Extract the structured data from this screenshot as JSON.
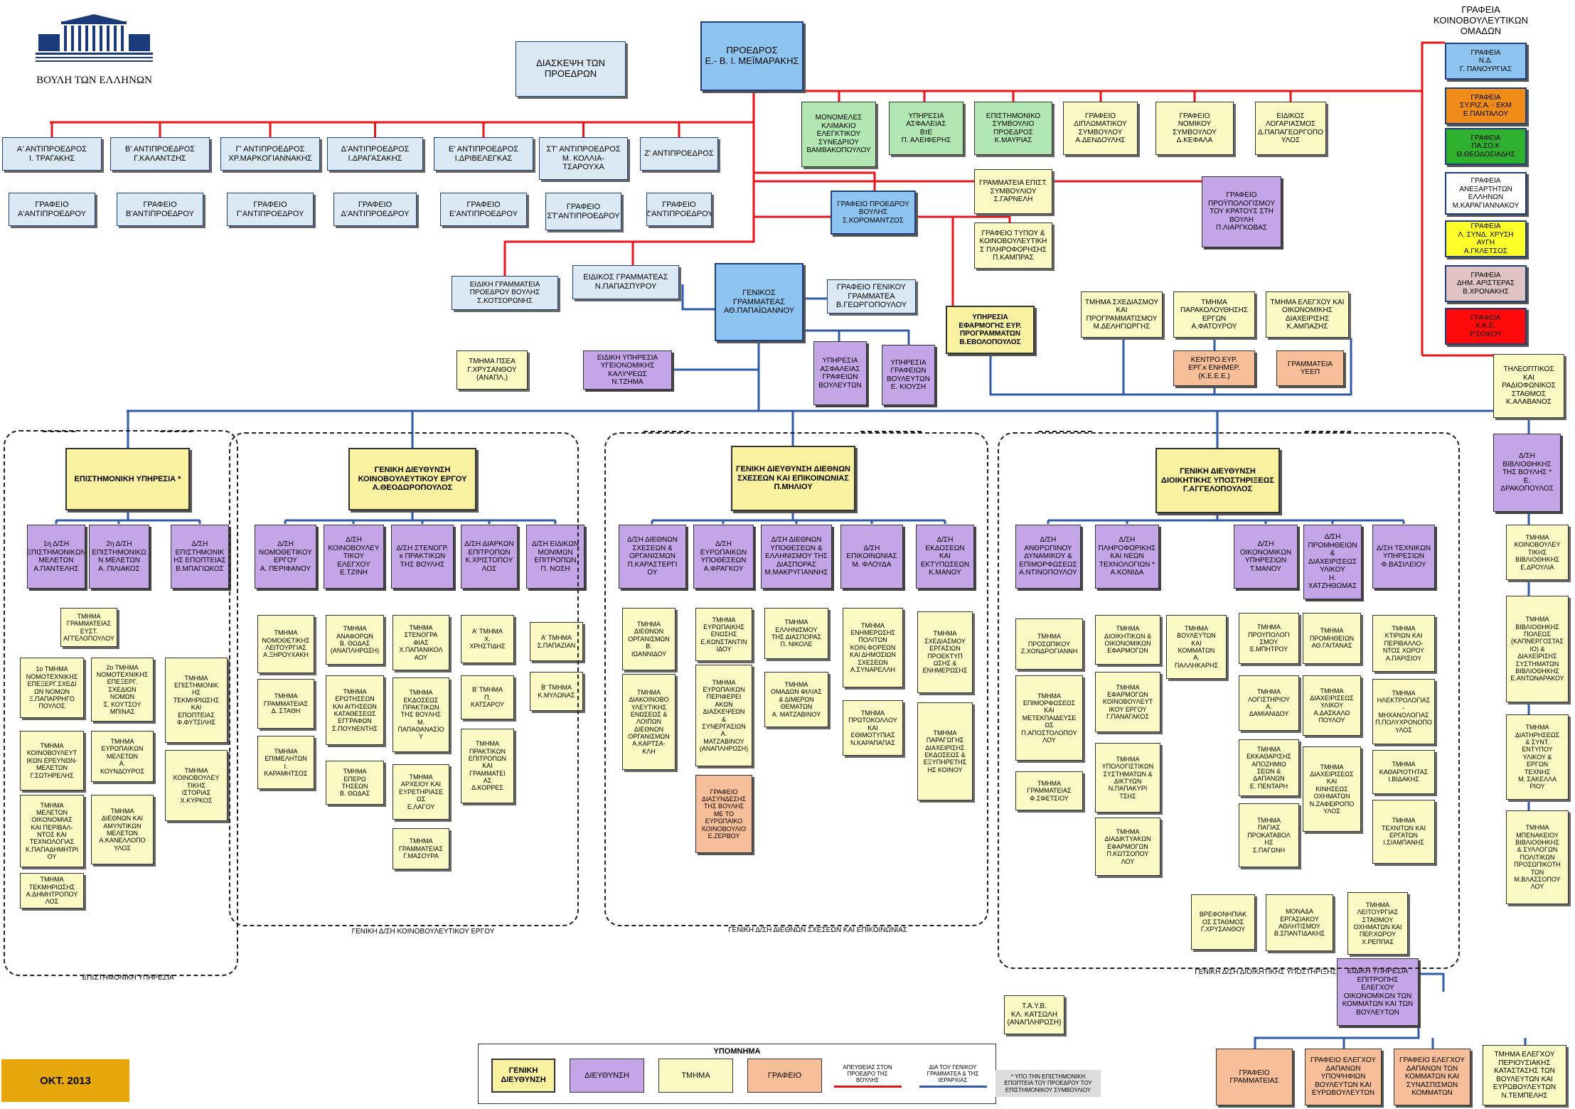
{
  "logo": {
    "label": "ΒΟΥΛΗ ΤΩΝ ΕΛΛΗΝΩΝ"
  },
  "date_badge": "ΟΚΤ. 2013",
  "top": {
    "president": "ΠΡΟΕΔΡΟΣ\nΕ.- Β. Ι. ΜΕΪΜΑΡΑΚΗΣ",
    "conference": "ΔΙΑΣΚΕΨΗ ΤΩΝ\nΠΡΟΕΔΡΩΝ",
    "parl_groups_title": "ΓΡΑΦΕΙΑ\nΚΟΙΝΟΒΟΥΛΕΥΤΙΚΩΝ\nΟΜΑΔΩΝ"
  },
  "vice_presidents": [
    "Α' ΑΝΤΙΠΡΟΕΔΡΟΣ\nΙ. ΤΡΑΓΑΚΗΣ",
    "Β' ΑΝΤΙΠΡΟΕΔΡΟΣ\nΓ.ΚΑΛΑΝΤΖΗΣ",
    "Γ' ΑΝΤΙΠΡΟΕΔΡΟΣ\nΧΡ.ΜΑΡΚΟΓΙΑΝΝΑΚΗΣ",
    "Δ'ΑΝΤΙΠΡΟΕΔΡΟΣ\nΙ.ΔΡΑΓΑΣΑΚΗΣ",
    "Ε' ΑΝΤΙΠΡΟΕΔΡΟΣ\nΙ.ΔΡΙΒΕΛΕΓΚΑΣ",
    "ΣΤ' ΑΝΤΙΠΡΟΕΔΡΟΣ\nΜ. ΚΟΛΛΙΑ-\nΤΣΑΡΟΥΧΑ",
    "Ζ' ΑΝΤΙΠΡΟΕΔΡΟΣ"
  ],
  "vp_offices": [
    "ΓΡΑΦΕΙΟ\nΑ'ΑΝΤΙΠΡΟΕΔΡΟΥ",
    "ΓΡΑΦΕΙΟ\nΒ'ΑΝΤΙΠΡΟΕΔΡΟΥ",
    "ΓΡΑΦΕΙΟ\nΓ'ΑΝΤΙΠΡΟΕΔΡΟΥ",
    "ΓΡΑΦΕΙΟ\nΔ'ΑΝΤΙΠΡΟΕΔΡΟΥ",
    "ΓΡΑΦΕΙΟ\nΕ'ΑΝΤΙΠΡΟΕΔΡΟΥ",
    "ΓΡΑΦΕΙΟ\nΣΤ'ΑΝΤΙΠΡΟΕΔΡΟΥ",
    "ΓΡΑΦΕΙΟ\nΖ'ΑΝΤΙΠΡΟΕΔΡΟΥ"
  ],
  "president_units": [
    "ΜΟΝΟΜΕΛΕΣ\nΚΛΙΜΑΚΙΟ\nΕΛΕΓΚΤΙΚΟΥ\nΣΥΝΕΔΡΙΟΥ\nΒΑΜΒΑΚΟΠΟΥΛΟΥ",
    "ΥΠΗΡΕΣΙΑ\nΑΣΦΑΛΕΙΑΣ\nΒτΕ\nΠ. ΑΛΕΙΦΕΡΗΣ",
    "ΕΠΙΣΤΗΜΟΝΙΚΟ\nΣΥΜΒΟΥΛΙΟ\nΠΡΟΕΔΡΟΣ\nΚ.ΜΑΥΡΙΑΣ",
    "ΓΡΑΦΕΙΟ\nΔΙΠΛΩΜΑΤΙΚΟΥ\nΣΥΜΒΟΥΛΟΥ\nΑ.ΔΕΝΔΟΥΛΗΣ",
    "ΓΡΑΦΕΙΟ\nΝΟΜΙΚΟΥ\nΣΥΜΒΟΥΛΟΥ\nΔ.ΚΕΦΑΛΑ",
    "ΕΙΔΙΚΟΣ\nΛΟΓΑΡΙΑΣΜΟΣ\nΔ.ΠΑΠΑΓΕΩΡΓΟΠΟ\nΥΛΟΣ"
  ],
  "sci_secretariat": "ΓΡΑΜΜΑΤΕΙΑ ΕΠΙΣΤ.\nΣΥΜΒΟΥΛΙΟΥ\nΣ.ΓΑΡΝΕΛΗ",
  "press_office": "ΓΡΑΦΕΙΟ ΤΥΠΟΥ &\nΚΟΙΝΟΒΟΥΛΕΥΤΙΚΗ\nΣ ΠΛΗΡΟΦΟΡΗΣΗΣ\nΠ.ΚΑΜΠΡΑΣ",
  "budget_office": "ΓΡΑΦΕΙΟ\nΠΡΟΫΠΟΛΟΓΙΣΜΟΥ\nΤΟΥ ΚΡΑΤΟΥΣ ΣΤΗ\nΒΟΥΛΗ\nΠ.ΛΙΑΡΓΚΟΒΑΣ",
  "president_office": "ΓΡΑΦΕΙΟ ΠΡΟΕΔΡΟΥ\nΒΟΥΛΗΣ\nΣ.ΚΟΡΟΜΑΝΤΖΟΣ",
  "party_offices": [
    "ΓΡΑΦΕΙΑ\nΝ.Δ.\nΓ. ΠΑΝΟΥΡΓΙΑΣ",
    "ΓΡΑΦΕΙΑ\nΣΥ.ΡΙΖ.Α. - ΕΚΜ\nΕ.ΠΑΝΤΑΛΟΥ",
    "ΓΡΑΦΕΙΑ\nΠΑ.ΣΟ.Κ\nΘ.ΘΕΟΔΟΣΙΑΔΗΣ",
    "ΓΡΑΦΕΙΑ\nΑΝΕΞΑΡΤΗΤΩΝ\nΕΛΛΗΝΩΝ\nΜ.ΚΑΡΑΓΙΑΝΝΑΚΟΥ",
    "ΓΡΑΦΕΙΑ\nΛ. ΣΥΝΔ. ΧΡΥΣΗ\nΑΥΓΗ\nΑ.ΓΚΛΕΤΣΟΣ",
    "ΓΡΑΦΕΙΑ\nΔΗΜ. ΑΡΙΣΤΕΡΑΣ\nΒ.ΧΡΟΝΑΚΗΣ",
    "ΓΡΑΦΕΙΑ\nΚ.Κ.Ε.\nΡ.ΣΟΦΟΥ"
  ],
  "party_colors": [
    "#8ec4f0",
    "#f08c1a",
    "#2fb02f",
    "#ffffff",
    "#ffff2a",
    "#e0c4c4",
    "#ff0a0a"
  ],
  "mid": {
    "special_secretariat": "ΕΙΔΙΚΗ ΓΡΑΜΜΑΤΕΙΑ\nΠΡΟΕΔΡΟΥ ΒΟΥΛΗΣ\nΣ.ΚΟΤΣΟΡΩΝΗΣ",
    "special_secretary": "ΕΙΔΙΚΟΣ ΓΡΑΜΜΑΤΕΑΣ\nΝ.ΠΑΠΑΣΠΥΡΟΥ",
    "secretary_general": "ΓΕΝΙΚΟΣ\nΓΡΑΜΜΑΤΕΑΣ\nΑΘ.ΠΑΠΑΪΩΑΝΝΟΥ",
    "sg_office": "ΓΡΑΦΕΙΟ ΓΕΝΙΚΟΥ\nΓΡΑΜΜΑΤΕΑ\nΒ.ΓΕΩΡΓΟΠΟΥΛΟΥ",
    "eu_programs": "ΥΠΗΡΕΣΙΑ\nΕΦΑΡΜΟΓΗΣ ΕΥΡ.\nΠΡΟΓΡΑΜΜΑΤΩΝ\nΒ.ΕΒΟΛΟΠΟΥΛΟΣ",
    "planning": "ΤΜΗΜΑ ΣΧΕΔΙΑΣΜΟΥ\nΚΑΙ\nΠΡΟΓΡΑΜΜΑΤΙΣΜΟΥ\nΜ.ΔΕΛΗΓΙΩΡΓΗΣ",
    "monitoring": "ΤΜΗΜΑ\nΠΑΡΑΚΟΛΟΥΘΗΣΗΣ\nΕΡΓΩΝ\nΑ.ΦΑΤΟΥΡΟΥ",
    "control": "ΤΜΗΜΑ ΕΛΕΓΧΟΥ ΚΑΙ\nΟΙΚΟΝΟΜΙΚΗΣ\nΔΙΑΧΕΙΡΙΣΗΣ\nΚ.ΑΜΠΑΖΗΣ",
    "keee": "ΚΕΝΤΡΟ.ΕΥΡ.\nΕΡΓ.κ ΕΝΗΜΕΡ.\n(Κ.Ε.Ε.Ε.)",
    "yeep": "ΓΡΑΜΜΑΤΕΙΑ ΥΕΕΠ",
    "psea": "ΤΜΗΜΑ ΠΣΕΑ\nΓ.ΧΡΥΣΑΝΘΟΥ\n(ΑΝΑΠΛ.)",
    "health": "ΕΙΔΙΚΗ ΥΠΗΡΕΣΙΑ\nΥΓΕΙΟΝΟΜΙΚΗΣ\nΚΑΛΥΨΕΩΣ\nΝ.ΤΖΗΜΑ",
    "security_mp": "ΥΠΗΡΕΣΙΑ\nΑΣΦΑΛΕΙΑΣ\nΓΡΑΦΕΙΩΝ\nΒΟΥΛΕΥΤΩΝ",
    "mp_offices": "ΥΠΗΡΕΣΙΑ\nΓΡΑΦΕΙΩΝ\nΒΟΥΛΕΥΤΩΝ\nΕ. ΚΙΟΥΣΗ",
    "tv": "ΤΗΛΕΟΠΤΙΚΟΣ\nΚΑΙ\nΡΑΔΙΟΦΩΝΙΚΟΣ\nΣΤΑΘΜΟΣ\nΚ.ΑΛΑΒΑΝΟΣ"
  },
  "sci": {
    "head": "ΕΠΙΣΤΗΜΟΝΙΚΗ ΥΠΗΡΕΣΙΑ *",
    "caption": "ΕΠΙΣΤΗΜΟΝΙΚΗ ΥΠΗΡΕΣΙΑ",
    "d1": "1η Δ/ΣΗ\nΕΠΙΣΤΗΜΟΝΙΚΩΝ\nΜΕΛΕΤΩΝ\nΑ.ΠΑΝΤΕΛΗΣ",
    "d2": "2η Δ/ΣΗ\nΕΠΙΣΤΗΜΟΝΙΚΩ\nΝ ΜΕΛΕΤΩΝ\nΑ. ΠΙΛΙΑΚΟΣ",
    "d3": "Δ/ΣΗ\nΕΠΙΣΤΗΜΟΝΙΚ\nΗΣ ΕΠΟΠΤΕΙΑΣ\nΒ.ΜΠΑΓΙΩΚΟΣ",
    "secretariat": "ΤΜΗΜΑ\nΓΡΑΜΜΑΤΕΙΑΣ\nΕΥΣΤ.\nΑΓΓΕΛΟΠΟΥΛΟΥ",
    "c1": [
      "1ο ΤΜΗΜΑ\nΝΟΜΟΤΕΧΝΙΚΗΣ\nΕΠΕΞΕΡΓ.ΣΧΕΔΙ\nΩΝ ΝΟΜΩΝ\nΞ.ΠΑΠΑΡΡΗΓΟ\nΠΟΥΛΟΣ",
      "ΤΜΗΜΑ\nΚΟΙΝΟΒΟΥΛΕΥΤ\nΙΚΩΝ ΕΡΕΥΝΩΝ-\nΜΕΛΕΤΩΝ\nΓ.ΣΩΤΗΡΕΛΗΣ",
      "ΤΜΗΜΑ\nΜΕΛΕΤΩΝ\nΟΙΚΟΝΟΜΙΑΣ\nΚΑΙ ΠΕΡΙΒΑΛ-\nΝΤΟΣ ΚΑΙ\nΤΕΧΝΟΛΟΓΙΑΣ\nΚ.ΠΑΠΑΔΗΜΗΤΡΙ\nΟΥ",
      "ΤΜΗΜΑ\nΤΕΚΜΗΡΙΩΣΗΣ\nΑ.ΔΗΜΗΤΡΟΠΟΥ\nΛΟΣ"
    ],
    "c2": [
      "2ο ΤΜΗΜΑ\nΝΟΜΟΤΕΧΝΙΚΗΣ\nΕΠΕΞΕΡΓ.\nΣΧΕΔΙΩΝ\nΝΟΜΩΝ\nΣ. ΚΟΥΤΣΟΥ\nΜΠΙΝΑΣ",
      "ΤΜΗΜΑ\nΕΥΡΩΠΑΙΚΩΝ\nΜΕΛΕΤΩΝ\nΑ.\nΚΟΥΝΔΟΥΡΟΣ",
      "ΤΜΗΜΑ\nΔΙΕΘΝΩΝ ΚΑΙ\nΑΜΥΝΤΙΚΩΝ\nΜΕΛΕΤΩΝ\nΑ.ΚΑΝΕΛΛΟΠΟ\nΥΛΟΣ"
    ],
    "c3": [
      "ΤΜΗΜΑ\nΕΠΙΣΤΗΜΟΝΙΚ\nΗΣ\nΤΕΚΜΗΡΙΩΣΗΣ\nΚΑΙ\nΕΠΟΠΤΕΙΑΣ\nΦ.ΦΥΤΣΙΛΗΣ",
      "ΤΜΗΜΑ\nΚΟΙΝΟΒΟΥΛΕΥ\nΤΙΚΗΣ\nΙΣΤΟΡΙΑΣ\nΧ.ΚΥΡΚΟΣ"
    ]
  },
  "leg": {
    "head": "ΓΕΝΙΚΗ ΔΙΕΥΘΥΝΣΗ\nΚΟΙΝΟΒΟΥΛΕΥΤΙΚΟΥ ΕΡΓΟΥ\nΑ.ΘΕΟΔΩΡΟΠΟΥΛΟΣ",
    "caption": "ΓΕΝΙΚΗ Δ/ΣΗ ΚΟΙΝΟΒΟΥΛΕΥΤΙΚΟΥ ΕΡΓΟΥ",
    "dirs": [
      "Δ/ΣΗ\nΝΟΜΟΘΕΤΙΚΟΥ\nΕΡΓΟΥ\nΑ. ΠΕΡΙΦΑΝΟΥ",
      "Δ/ΣΗ\nΚΟΙΝΟΒΟΥΛΕΥ\nΤΙΚΟΥ\nΕΛΕΓΧΟΥ\nΕ.ΤΖΙΝΗ",
      "Δ/ΣΗ ΣΤΕΝΟΓΡ.\nκ ΠΡΑΚΤΙΚΩΝ\nΤΗΣ ΒΟΥΛΗΣ",
      "Δ/ΣΗ ΔΙΑΡΚΩΝ\nΕΠΙΤΡΟΠΩΝ\nΚ.ΧΡΙΣΤΟΠΟΥ\nΛΟΣ",
      "Δ/ΣΗ ΕΙΔΙΚΩΝ\nΜΟΝΙΜΩΝ\nΕΠΙΤΡΟΠΩΝ\nΠ. ΝΟΣΗ"
    ],
    "c1": [
      "ΤΜΗΜΑ\nΝΟΜΟΘΕΤΙΚΗΣ\nΛΕΙΤΟΥΡΓΙΑΣ\nΑ.ΞΗΡΟΥΧΑΚΗ",
      "ΤΜΗΜΑ\nΓΡΑΜΜΑΤΕΙΑΣ\nΔ. ΣΤΑΘΗ",
      "ΤΜΗΜΑ\nΕΠΙΜΕΛΗΤΩΝ\nΙ.\nΚΑΡΑΜΗΤΣΟΣ"
    ],
    "c2": [
      "ΤΜΗΜΑ\nΑΝΑΦΟΡΩΝ\nΒ. ΘΩΔΑΣ\n(ΑΝΑΠΛΗΡΩΣΗ)",
      "ΤΜΗΜΑ\nΕΡΩΤΗΣΕΩΝ\nΚΑΙ ΑΙΤΗΣΕΩΝ\nΚΑΤΑΘΕΣΕΩΣ\nΕΓΓΡΑΦΩΝ\nΣ.ΠΟΥΝΕΝΤΗΣ",
      "ΤΜΗΜΑ\nΕΠΕΡΩ\nΤΗΣΕΩΝ\nΒ. ΘΩΔΑΣ"
    ],
    "c3": [
      "ΤΜΗΜΑ\nΣΤΕΝΟΓΡΑ\nΦΙΑΣ\nΧ.ΠΑΠΑΝΙΚΟΛ\nΑΟΥ",
      "ΤΜΗΜΑ\nΕΚΔΟΣΕΩΣ\nΠΡΑΚΤΙΚΩΝ\nΤΗΣ ΒΟΥΛΗΣ\nΜ.\nΠΑΠΑΘΑΝΑΣΙΟ\nΥ",
      "ΤΜΗΜΑ\nΑΡΧΕΙΟΥ ΚΑΙ\nΕΥΡΕΤΗΡΙΑΣΕ\nΩΣ\nΕ.ΛΑΓΟΥ",
      "ΤΜΗΜΑ\nΓΡΑΜΜΑΤΕΙΑΣ\nΓ.ΜΑΣΟΥΡΑ"
    ],
    "c4": [
      "Α' ΤΜΗΜΑ\nΧ.\nΧΡΗΣΤΙΔΗΣ",
      "Β' ΤΜΗΜΑ\nΠ.\nΚΑΤΣΑΡΟΥ",
      "ΤΜΗΜΑ\nΠΡΑΚΤΙΚΩΝ\nΕΠΙΤΡΟΠΩΝ\nΚΑΙ\nΓΡΑΜΜΑΤΕΙ\nΑΣ\nΔ.ΚΟΡΡΕΣ"
    ],
    "c5": [
      "Α' ΤΜΗΜΑ\nΣ.ΠΑΠΑΖΙΑΝ",
      "Β' ΤΜΗΜΑ\nΚ.ΜΥΛΩΝΑΣ"
    ]
  },
  "intl": {
    "head": "ΓΕΝΙΚΗ ΔΙΕΥΘΥΝΣΗ ΔΙΕΘΝΩΝ\nΣΧΕΣΕΩΝ ΚΑΙ ΕΠΙΚΟΙΝΩΝΙΑΣ\nΠ.ΜΗΛΙΟΥ",
    "caption": "ΓΕΝΙΚΗ Δ/ΣΗ ΔΙΕΘΝΩΝ ΣΧΕΣΕΩΝ ΚΑΙ ΕΠΙΚΟΙΝΩΝΙΑΣ",
    "dirs": [
      "Δ/ΣΗ ΔΙΕΘΝΩΝ\nΣΧΕΣΕΩΝ &\nΟΡΓΑΝΙΣΜΩΝ\nΠ.ΚΑΡΑΣΤΕΡΓΙ\nΟΥ",
      "Δ/ΣΗ\nΕΥΡΩΠΑΙΚΩΝ\nΥΠΟΘΕΣΕΩΝ\nΑ.ΦΡΑΓΚΟΥ",
      "Δ/ΣΗ ΔΙΕΘΝΩΝ\nΥΠΟΘΕΣΕΩΝ &\nΕΛΛΗΝΙΣΜΟΥ ΤΗΣ\nΔΙΑΣΠΟΡΑΣ\nΜ.ΜΑΚΡΥΓΙΑΝΝΗΣ",
      "Δ/ΣΗ\nΕΠΙΚΟΙΝΩΝΙΑΣ\nΜ. ΦΛΟΥΔΑ",
      "Δ/ΣΗ\nΕΚΔΟΣΕΩΝ\nΚΑΙ\nΕΚΤΥΠΩΣΕΩΝ\nΚ.ΜΑΝΟΥ"
    ],
    "c1": [
      "ΤΜΗΜΑ\nΔΙΕΘΝΩΝ\nΟΡΓΑΝΙΣΜΩΝ\nΒ.\nΙΩΑΝΝΙΔΟΥ",
      "ΤΜΗΜΑ\nΔΙΑΚΟΙΝΟΒΟ\nΥΛΕΥΤΙΚΗΣ\nΕΝΩΣΕΩΣ &\nΛΟΙΠΩΝ\nΔΙΕΘΝΩΝ\nΟΡΓΑΝΙΣΜΩΝ\nΑ.ΚΑΡΤΣΑ-\nΚΛΗ"
    ],
    "c2": [
      "ΤΜΗΜΑ\nΕΥΡΩΠΑΙΚΗΣ\nΕΝΩΣΗΣ\nΕ.ΚΩΝΣΤΑΝΤΙΝ\nΙΔΟΥ",
      "ΤΜΗΜΑ\nΕΥΡΩΠΑΙΚΩΝ\nΠΕΡΙΦΕΡΕΙ\nΑΚΩΝ\nΔΙΑΣΚΕΨΕΩΝ\n&\nΣΥΝΕΡΓΑΣΙΩΝ\nΑ.\nΜΑΤΖΑΒΙΝΟΥ\n(ΑΝΑΠΛΗΡΩΣΗ)"
    ],
    "office": "ΓΡΑΦΕΙΟ\nΔΙΑΣΥΝΔΕΣΗΣ\nΤΗΣ ΒΟΥΛΗΣ\nΜΕ ΤΟ\nΕΥΡΩΠΑΙΚΟ\nΚΟΙΝΟΒΟΥΛΙΟ\nΕ.ΖΕΡΒΟΥ",
    "c3": [
      "ΤΜΗΜΑ\nΕΛΛΗΝΙΣΜΟΥ\nΤΗΣ ΔΙΑΣΠΟΡΑΣ\nΠ. ΝΙΚΟΛΕ",
      "ΤΜΗΜΑ\nΟΜΑΔΩΝ ΦΙΛΙΑΣ\n& ΔΙΜΕΡΩΝ\nΘΕΜΑΤΩΝ\nΑ. ΜΑΤΖΑΒΙΝΟΥ"
    ],
    "c4": [
      "ΤΜΗΜΑ\nΕΝΗΜΕΡΩΣΗΣ\nΠΟΛΙΤΩΝ\nΚΟΙΝ.ΦΟΡΕΩΝ\nΚΑΙ ΔΗΜΟΣΙΩΝ\nΣΧΕΣΕΩΝ\nΑ.ΣΥΝΑΡΕΛΛΗ",
      "ΤΜΗΜΑ\nΠΡΩΤΟΚΟΛΛΟΥ\nΚΑΙ\nΕΘΙΜΟΤΥΠΙΑΣ\nΝ.ΚΑΡΑΠΑΠΑΣ"
    ],
    "c5": [
      "ΤΜΗΜΑ\nΣΧΕΔΙΑΣΜΟΥ\nΕΡΓΑΣΙΩΝ\nΠΡΟΕΚΤΥΠ\nΩΣΗΣ &\nΕΝΗΜΕΡΩΣΗΣ",
      "ΤΜΗΜΑ\nΠΑΡΑΓΩΓΗΣ\nΔΙΑΧΕΙΡΙΣΗΣ\nΕΚΔΟΣΕΩΣ &\nΕΞΥΠΗΡΕΤΗΣ\nΗΣ ΚΟΙΝΟΥ"
    ]
  },
  "adm": {
    "head": "ΓΕΝΙΚΗ ΔΙΕΥΘΥΝΣΗ\nΔΙΟΙΚΗΤΙΚΗΣ ΥΠΟΣΤΗΡΙΞΕΩΣ\nΓ.ΑΓΓΕΛΟΠΟΥΛΟΣ",
    "caption": "ΓΕΝΙΚΗ Δ/ΣΗ ΔΙΟΙΚΗΤΙΚΗΣ ΥΠΟΣΤΗΡΙΞΗΣ",
    "dirs": [
      "Δ/ΣΗ\nΑΝΘΡΩΠΙΝΟΥ\nΔΥΝΑΜΙΚΟΥ &\nΕΠΙΜΟΡΦΩΣΕΩΣ\nΑ.ΝΤΙΝΟΠΟΥΛΟΥ",
      "Δ/ΣΗ\nΠΛΗΡΟΦΟΡΙΚΗΣ\nΚΑΙ ΝΕΩΝ\nΤΕΧΝΟΛΟΓΙΩΝ *\nΑ.ΚΟΝΙΔΑ",
      "Δ/ΣΗ\nΟΙΚΟΝΟΜΙΚΩΝ\nΥΠΗΡΕΣΙΩΝ\nΤ.ΜΑΝΟΥ",
      "Δ/ΣΗ\nΠΡΟΜΗΘΕΙΩΝ\n&\nΔΙΑΧΕΙΡΙΣΕΩΣ\nΥΛΙΚΟΥ\nΗ.\nΧΑΤΖΗΘΩΜΑΣ",
      "Δ/ΣΗ ΤΕΧΝΙΚΩΝ\nΥΠΗΡΕΣΙΩΝ\nΦ.ΒΑΣΙΛΕΙΟΥ"
    ],
    "c1": [
      "ΤΜΗΜΑ\nΠΡΟΣΩΠΙΚΟΥ\nΖ.ΧΟΝΔΡΟΓΙΑΝΝΗ",
      "ΤΜΗΜΑ\nΕΠΙΜΟΡΦΩΣΕΩΣ\nΚΑΙ\nΜΕΤΕΚΠΑΙΔΕΥΣΕ\nΩΣ\nΠ.ΑΠΟΣΤΟΛΟΠΟΥ\nΛΟΥ",
      "ΤΜΗΜΑ\nΓΡΑΜΜΑΤΕΙΑΣ\nΦ.ΣΦΕΤΣΙΟΥ"
    ],
    "c2": [
      "ΤΜΗΜΑ\nΔΙΟΙΚΗΤΙΚΩΝ &\nΟΙΚΟΝΟΜΙΚΩΝ\nΕΦΑΡΜΟΓΩΝ",
      "ΤΜΗΜΑ\nΕΦΑΡΜΟΓΩΝ\nΚΟΙΝΟΒΟΥΛΕΥΤ\nΙΚΟΥ ΕΡΓΟΥ\nΓ.ΠΑΝΑΓΑΚΟΣ",
      "ΤΜΗΜΑ\nΥΠΟΛΟΓΙΣΤΙΚΩΝ\nΣΥΣΤΗΜΑΤΩΝ &\nΔΙΚΤΥΩΝ\nΝ.ΠΑΠΑΚΥΡΙ\nΤΣΗΣ",
      "ΤΜΗΜΑ\nΔΙΑΔΙΚΤΥΑΚΩΝ\nΕΦΑΡΜΟΓΩΝ\nΠ.ΚΩΤΣΟΠΟΥ\nΛΟΥ"
    ],
    "c2b": "ΤΜΗΜΑ\nΒΟΥΛΕΥΤΩΝ\nΚΑΙ\nΚΟΜΜΑΤΩΝ\nΑ.\nΠΑΛΛΗΚΑΡΗΣ",
    "c3": [
      "ΤΜΗΜΑ\nΠΡΟΥΠΟΛΟΓΙ\nΣΜΟΥ\nΕ.ΜΠΗΤΡΟΥ",
      "ΤΜΗΜΑ\nΛΟΓΙΣΤΗΡΙΟΥ\nΑ.\nΔΑΜΙΑΝΙΔΟΥ",
      "ΤΜΗΜΑ\nΕΚΚΑΘΑΡΙΣΗΣ\nΑΠΟΖΗΜΙΩ\nΣΕΩΝ &\nΔΑΠΑΝΩΝ\nΕ. ΠΕΝΤΑΡΗ",
      "ΤΜΗΜΑ\nΠΑΓΙΑΣ\nΠΡΟΚΑΤΑΒΟΛ\nΗΣ\nΣ.ΠΑΓΩΝΗ"
    ],
    "c4": [
      "ΤΜΗΜΑ\nΠΡΟΜΗΘΕΙΩΝ\nΑΘ.ΓΑΙΤΑΝΑΣ",
      "ΤΜΗΜΑ\nΔΙΑΧΕΙΡΙΣΕΩΣ\nΥΛΙΚΟΥ\nΑ.ΔΑΣΚΑΛΟ\nΠΟΥΛΟΥ",
      "ΤΜΗΜΑ\nΔΙΑΧΕΙΡΙΣΕΩΣ\nΚΑΙ\nΚΙΝΗΣΕΩΣ\nΟΧΗΜΑΤΩΝ\nΝ.ΖΑΦΕΙΡΟΠΟ\nΥΛΟΣ"
    ],
    "c5": [
      "ΤΜΗΜΑ\nΚΤΙΡΙΩΝ ΚΑΙ\nΠΕΡΙΒΑΛΛΟ-\nΝΤΟΣ ΧΩΡΟΥ\nΑ.ΠΑΡΙΣΙΟΥ",
      "ΤΜΗΜΑ\nΗΛΕΚΤΡΟΛΟΓΙΑΣ -\nΜΗΧΑΝΟΛΟΓΙΑΣ\nΠ.ΠΟΛΥΧΡΟΝΟΠΟ\nΥΛΟΣ",
      "ΤΜΗΜΑ\nΚΑΘΑΡΙΟΤΗΤΑΣ\nΙ.ΒΙΔΑΚΗΣ",
      "ΤΜΗΜΑ\nΤΕΧΝΙΤΩΝ ΚΑΙ\nΕΡΓΑΤΩΝ\nΙ.ΣΙΑΜΠΑΝΗΣ"
    ],
    "bottom": [
      "ΒΡΕΦΟΝΗΠΙΑΚ\nΟΣ ΣΤΑΘΜΟΣ\nΓ.ΧΡΥΣΑΝΘΟΥ",
      "ΜΟΝΑΔΑ\nΕΡΓΑΣΙΑΚΟΥ\nΑΘΛΗΤΙΣΜΟΥ\nΒ.ΣΠΑΝΤΙΔΑΚΗΣ",
      "ΤΜΗΜΑ\nΛΕΙΤΟΥΡΓΙΑΣ\nΣΤΑΘΜΟΥ\nΟΧΗΜΑΤΩΝ ΚΑΙ\nΠΕΡ.ΧΩΡΟΥ\nΧ.ΡΕΠΠΑΣ"
    ]
  },
  "library": {
    "dir": "Δ/ΣΗ\nΒΙΒΛΙΟΘΗΚΗΣ\nΤΗΣ ΒΟΥΛΗΣ *\nΕ.\nΔΡΑΚΟΠΟΥΛΟΣ",
    "units": [
      "ΤΜΗΜΑ\nΚΟΙΝΟΒΟΥΛΕΥ\nΤΙΚΗΣ\nΒΙΒΛΙΟΘΗΚΗΣ\nΕ.ΔΡΟΥΛΙΑ",
      "ΤΜΗΜΑ\nΒΙΒΛΙΟΘΗΚΗΣ\nΠΟΛΕΩΣ\n(ΚΑΠΝΕΡΓΟΣΤΑΣ\nΙΟ) &\nΔΙΑΧΕΙΡΙΣΗΣ\nΣΥΣΤΗΜΑΤΩΝ\nΒΙΒΛΙΟΘΗΚΗΣ\nΕ.ΑΝΤΩΝΑΡΑΚΟΥ",
      "ΤΜΗΜΑ\nΔΙΑΤΗΡΗΣΕΩΣ\n& ΣΥΝΤ.\nΕΝΤΥΠΟΥ\nΥΛΙΚΟΥ &\nΕΡΓΩΝ\nΤΕΧΝΗΣ\nΜ. ΣΑΚΕΛΛΑ\nΡΙΟΥ",
      "ΤΜΗΜΑ\nΜΠΕΝΑΚΕΙΟΥ\nΒΙΒΛΙΟΘΗΚΗΣ\n& ΣΥΛΛΟΓΩΝ\nΠΟΛΙΤΙΚΩΝ\nΠΡΟΣΩΠΙΚΟΤΗ\nΤΩΝ\nΜ.ΒΛΑΣΣΟΠΟΥ\nΛΟΥ"
    ]
  },
  "parties_service": {
    "head": "ΕΙΔΙΚΗ ΥΠΗΡΕΣΙΑ\nΕΠΙΤΡΟΠΗΣ\nΕΛΕΓΧΟΥ\nΟΙΚΟΝΟΜΙΚΩΝ ΤΩΝ\nΚΟΜΜΑΤΩΝ ΚΑΙ ΤΩΝ\nΒΟΥΛΕΥΤΩΝ",
    "units": [
      "ΓΡΑΦΕΙΟ\nΓΡΑΜΜΑΤΕΙΑΣ",
      "ΓΡΑΦΕΙΟ ΕΛΕΓΧΟΥ\nΔΑΠΑΝΩΝ\nΥΠΟΨΗΦΙΩΝ\nΒΟΥΛΕΥΤΩΝ ΚΑΙ\nΕΥΡΩΒΟΥΛΕΥΤΩΝ",
      "ΓΡΑΦΕΙΟ ΕΛΕΓΧΟΥ\nΔΑΠΑΝΩΝ ΤΩΝ\nΚΟΜΜΑΤΩΝ ΚΑΙ\nΣΥΝΑΣΠΙΣΜΩΝ\nΚΟΜΜΑΤΩΝ",
      "ΤΜΗΜΑ ΕΛΕΓΧΟΥ\nΠΕΡΙΟΥΣΙΑΚΗΣ\nΚΑΤΑΣΤΑΣΗΣ ΤΩΝ\nΒΟΥΛΕΥΤΩΝ ΚΑΙ\nΕΥΡΩΒΟΥΛΕΥΤΩΝ\nΝ.ΤΕΜΠΕΛΗΣ"
    ]
  },
  "tayv": "Τ.Α.Υ.Β.\nΚΛ. ΚΑΤΣΩΛΗ\n(ΑΝΑΠΛΗΡΩΣΗ)",
  "legend": {
    "title": "ΥΠΟΜΝΗΜΑ",
    "gd": "ΓΕΝΙΚΗ\nΔΙΕΥΘΥΝΣΗ",
    "dir": "ΔΙΕΥΘΥΝΣΗ",
    "dept": "ΤΜΗΜΑ",
    "office": "ΓΡΑΦΕΙΟ",
    "red": "ΑΠΕΥΘΕΙΑΣ ΣΤΟΝ\nΠΡΟΕΔΡΟ ΤΗΣ\nΒΟΥΛΗΣ",
    "blue": "ΔΙΑ ΤΟΥ ΓΕΝΙΚΟΥ\nΓΡΑΜΜΑΤΕΑ & ΤΗΣ\nΙΕΡΑΡΧΙΑΣ",
    "note": "* ΥΠΟ ΤΗΝ ΕΠΙΣΤΗΜΟΝΙΚΗ\nΕΠΟΠΤΕΙΑ ΤΟΥ ΠΡΟΕΔΡΟΥ ΤΟΥ\nΕΠΙΣΤΗΜΟΝΙΚΟΥ ΣΥΜΒΟΥΛΙΟΥ"
  },
  "colors": {
    "red_line": "#e8161b",
    "blue_line": "#2e5aa7"
  }
}
